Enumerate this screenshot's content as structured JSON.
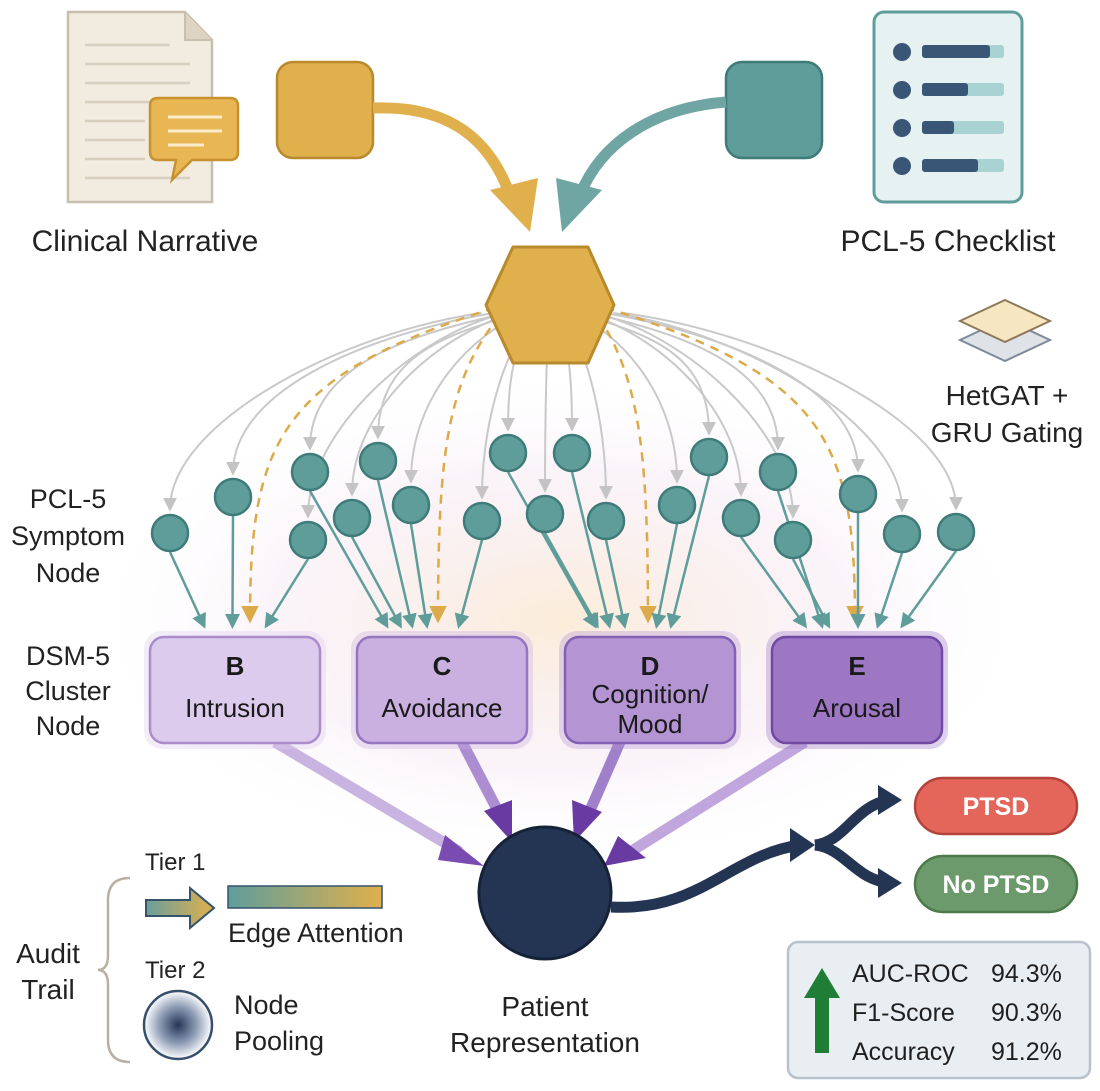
{
  "sources": {
    "narrative_label": "Clinical Narrative",
    "checklist_label": "PCL-5 Checklist"
  },
  "model": {
    "label_line1": "HetGAT +",
    "label_line2": "GRU Gating"
  },
  "layers": {
    "symptom_line1": "PCL-5",
    "symptom_line2": "Symptom",
    "symptom_line3": "Node",
    "cluster_line1": "DSM-5",
    "cluster_line2": "Cluster",
    "cluster_line3": "Node"
  },
  "clusters": [
    {
      "letter": "B",
      "name_line1": "Intrusion",
      "name_line2": "",
      "fill": "#dccbec",
      "stroke": "#a98cc9"
    },
    {
      "letter": "C",
      "name_line1": "Avoidance",
      "name_line2": "",
      "fill": "#c9b0e0",
      "stroke": "#9575c0"
    },
    {
      "letter": "D",
      "name_line1": "Cognition/",
      "name_line2": "Mood",
      "fill": "#b494d3",
      "stroke": "#8360b3"
    },
    {
      "letter": "E",
      "name_line1": "Arousal",
      "name_line2": "",
      "fill": "#9d77c4",
      "stroke": "#7049a3"
    }
  ],
  "output": {
    "patient_line1": "Patient",
    "patient_line2": "Representation",
    "ptsd_label": "PTSD",
    "no_ptsd_label": "No PTSD"
  },
  "audit": {
    "title_line1": "Audit",
    "title_line2": "Trail",
    "tier1": "Tier 1",
    "tier2": "Tier 2",
    "edge_attention": "Edge Attention",
    "node_pooling_line1": "Node",
    "node_pooling_line2": "Pooling"
  },
  "metrics": [
    {
      "name": "AUC-ROC",
      "value": "94.3%"
    },
    {
      "name": "F1-Score",
      "value": "90.3%"
    },
    {
      "name": "Accuracy",
      "value": "91.2%"
    }
  ],
  "colors": {
    "gold": "#e0b04d",
    "teal": "#5f9d9b",
    "purple": "#6d3ea0",
    "navy": "#243554",
    "ptsd": "#e4655a",
    "no_ptsd": "#6d9a6c"
  }
}
